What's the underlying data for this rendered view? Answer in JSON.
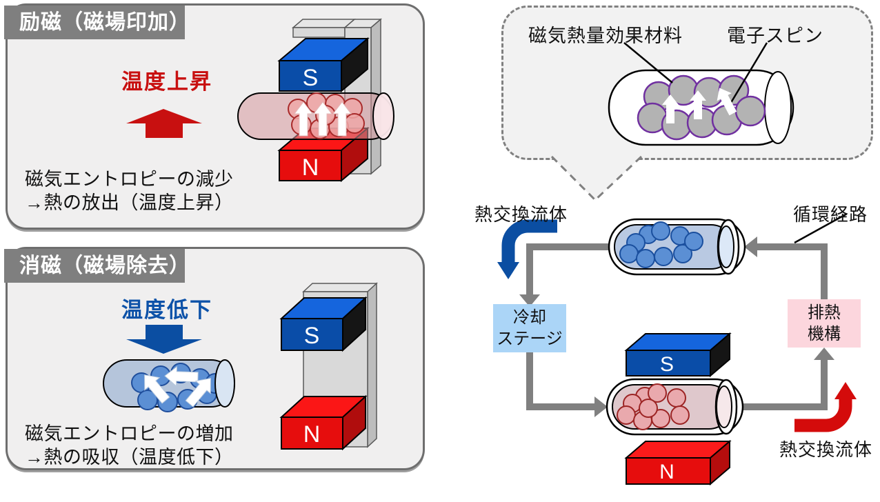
{
  "panels": {
    "excite": {
      "header": "励磁（磁場印加）",
      "temp_label": "温度上昇",
      "caption": [
        "磁気エントロピーの減少",
        "→熱の放出（温度上昇）"
      ],
      "pole_top": "S",
      "pole_bottom": "N"
    },
    "demag": {
      "header": "消磁（磁場除去）",
      "temp_label": "温度低下",
      "caption": [
        "磁気エントロピーの増加",
        "→熱の吸収（温度低下）"
      ],
      "pole_top": "S",
      "pole_bottom": "N"
    }
  },
  "bubble": {
    "material_label": "磁気熱量効果材料",
    "spin_label": "電子スピン"
  },
  "cycle": {
    "fluid_in_label": "熱交換流体",
    "fluid_out_label": "熱交換流体",
    "loop_label": "循環経路",
    "cold_box": [
      "冷却",
      "ステージ"
    ],
    "hot_box": [
      "排熱",
      "機構"
    ],
    "pole_top": "S",
    "pole_bottom": "N"
  },
  "colors": {
    "heat_red": "#c81010",
    "cool_blue": "#0b4ea2",
    "magnet_blue_front": "#0a4da8",
    "magnet_blue_top": "#1565dd",
    "magnet_red_front": "#e60d0d",
    "magnet_red_top": "#fb1616",
    "pipe_gray": "#808080",
    "panel_gray": "#7f7f7f",
    "cold_box_bg": "#abd5f7",
    "hot_box_bg": "#fcd6dd",
    "spin_outline_purple": "#7030a0"
  }
}
